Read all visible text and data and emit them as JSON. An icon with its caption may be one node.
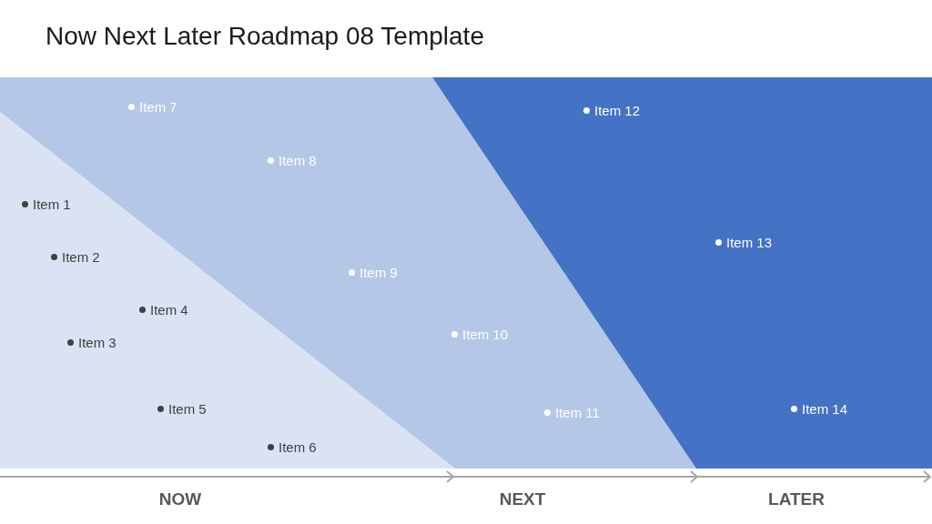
{
  "diagram": {
    "title": "Now Next Later Roadmap 08 Template",
    "nodes": [
      {
        "text": [
          "Item 1",
          "Item 2",
          "Item 4",
          "Item 3",
          "Item 5",
          "Item 6"
        ]
      },
      {
        "text": [
          "Item 7",
          "Item 8",
          "Item 9",
          "Item 10",
          "Item 11"
        ]
      },
      {
        "text": [
          "Item 12",
          "Item 13",
          "Item 14"
        ]
      }
    ],
    "edges": [],
    "labels": [
      "NOW",
      "NEXT",
      "LATER"
    ]
  }
}
